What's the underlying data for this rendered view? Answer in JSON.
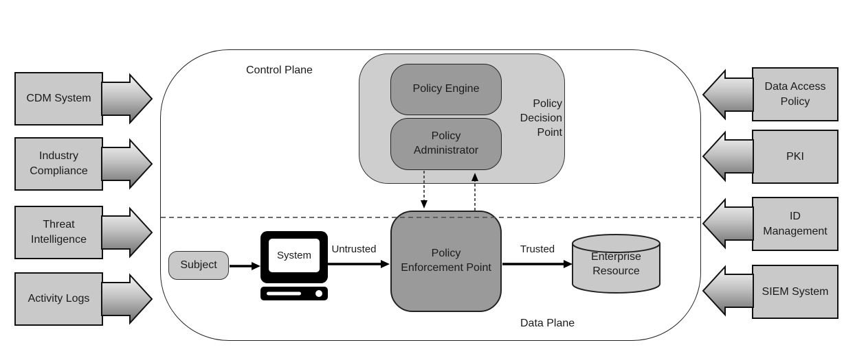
{
  "left_inputs": [
    {
      "label": "CDM System"
    },
    {
      "label": "Industry\nCompliance"
    },
    {
      "label": "Threat\nIntelligence"
    },
    {
      "label": "Activity Logs"
    }
  ],
  "right_inputs": [
    {
      "label": "Data Access\nPolicy"
    },
    {
      "label": "PKI"
    },
    {
      "label": "ID\nManagement"
    },
    {
      "label": "SIEM System"
    }
  ],
  "planes": {
    "control": "Control Plane",
    "data": "Data Plane"
  },
  "pdp": {
    "label": "Policy\nDecision\nPoint",
    "engine": "Policy Engine",
    "administrator": "Policy\nAdministrator"
  },
  "pep": {
    "label": "Policy\nEnforcement Point"
  },
  "subject": {
    "label": "Subject"
  },
  "system": {
    "label": "System"
  },
  "flows": {
    "untrusted": "Untrusted",
    "trusted": "Trusted"
  },
  "resource": {
    "label": "Enterprise\nResource"
  },
  "colors": {
    "box_light": "#c9c9c9",
    "box_dark": "#9a9a9a",
    "pdp_fill": "#cecece",
    "outline": "#111111",
    "arrow_gradient_top": "#f7f7f7",
    "arrow_gradient_bottom": "#6e6e6e"
  }
}
